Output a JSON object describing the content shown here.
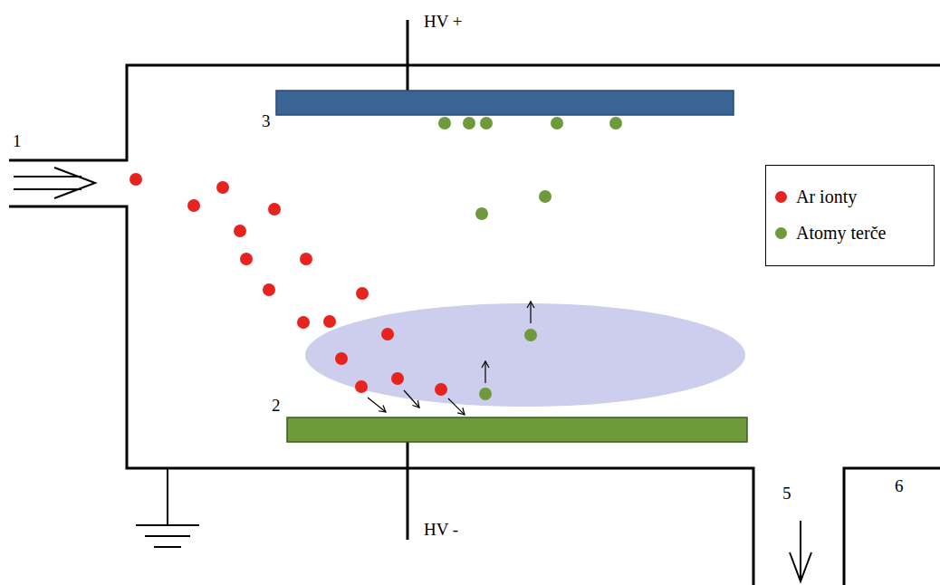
{
  "diagram": {
    "labels": [
      "HV +",
      "1",
      "3",
      "2",
      "HV -",
      "5",
      "6"
    ],
    "legend": [
      {
        "text": "Ar ionty",
        "color": "#e8231e"
      },
      {
        "text": "Atomy terče",
        "color": "#6e9a3c"
      }
    ]
  }
}
